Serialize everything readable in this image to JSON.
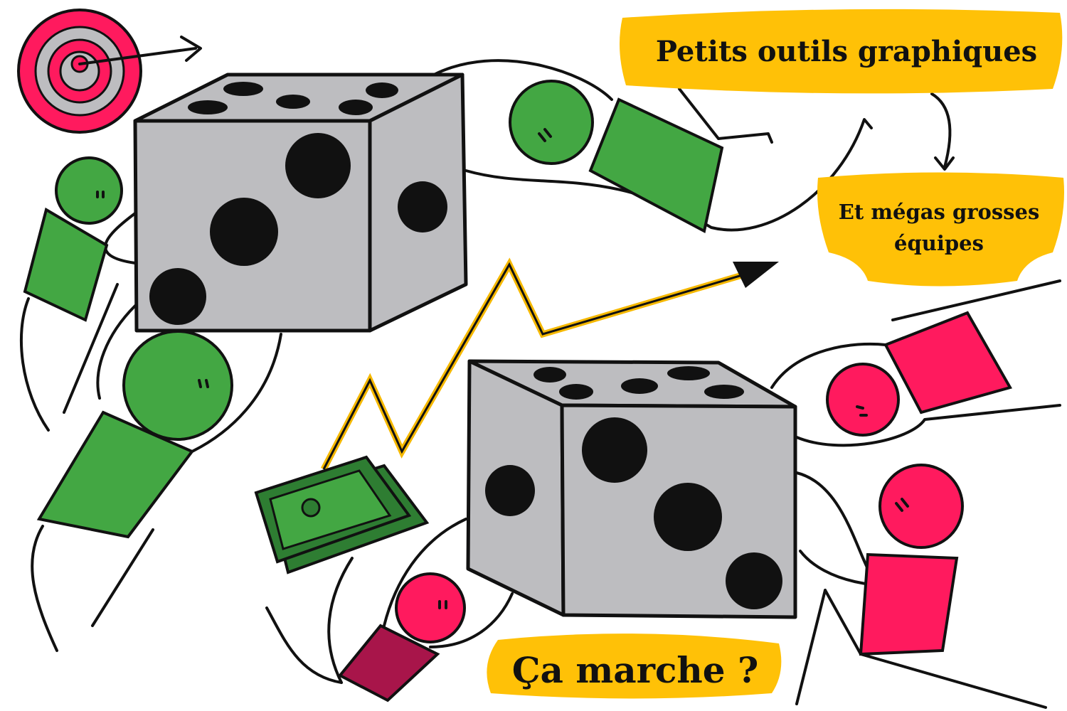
{
  "labels": {
    "top_banner": "Petits outils graphiques",
    "mid_banner_line1": "Et mégas grosses",
    "mid_banner_line2": "équipes",
    "bottom_banner": "Ça marche ?"
  },
  "colors": {
    "banner": "#FFC107",
    "green": "#43A743",
    "green_dark": "#2E7D32",
    "pink": "#FF1A5E",
    "pink_dark": "#A8154A",
    "die": "#BDBDC0",
    "arrow": "#F5B800"
  }
}
